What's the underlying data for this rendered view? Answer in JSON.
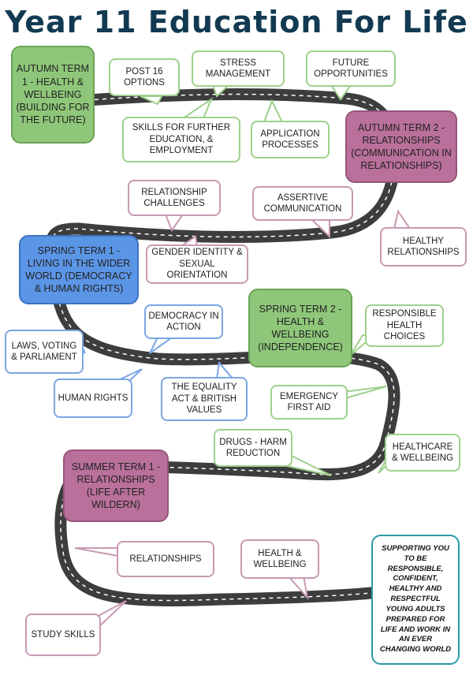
{
  "title": "Year 11 Education For Life",
  "terms": [
    {
      "id": "autumn1",
      "label": "AUTUMN TERM 1 - HEALTH & WELLBEING (BUILDING FOR THE FUTURE)",
      "color": "#8fc77a"
    },
    {
      "id": "autumn2",
      "label": "AUTUMN TERM 2 - RELATIONSHIPS (COMMUNICATION IN RELATIONSHIPS)",
      "color": "#b9709a"
    },
    {
      "id": "spring1",
      "label": "SPRING TERM 1 - LIVING IN THE WIDER WORLD (DEMOCRACY & HUMAN RIGHTS)",
      "color": "#5b95e6"
    },
    {
      "id": "spring2",
      "label": "SPRING TERM 2 - HEALTH & WELLBEING (INDEPENDENCE)",
      "color": "#8fc77a"
    },
    {
      "id": "summer1",
      "label": "SUMMER TERM 1 - RELATIONSHIPS (LIFE AFTER WILDERN)",
      "color": "#b9709a"
    }
  ],
  "topics": {
    "post16": "POST 16 OPTIONS",
    "stress": "STRESS MANAGEMENT",
    "future": "FUTURE OPPORTUNITIES",
    "skills": "SKILLS FOR FURTHER EDUCATION, & EMPLOYMENT",
    "application": "APPLICATION PROCESSES",
    "rel_challenges": "RELATIONSHIP CHALLENGES",
    "assertive": "ASSERTIVE COMMUNICATION",
    "healthy_rel": "HEALTHY RELATIONSHIPS",
    "gender": "GENDER IDENTITY & SEXUAL ORIENTATION",
    "democracy": "DEMOCRACY IN ACTION",
    "laws": "LAWS, VOTING & PARLIAMENT",
    "human_rights": "HUMAN RIGHTS",
    "equality": "THE EQUALITY ACT & BRITISH VALUES",
    "responsible_health": "RESPONSIBLE HEALTH CHOICES",
    "first_aid": "EMERGENCY FIRST AID",
    "drugs": "DRUGS - HARM REDUCTION",
    "healthcare": "HEALTHCARE & WELLBEING",
    "relationships": "RELATIONSHIPS",
    "health_wellbeing": "HEALTH & WELLBEING",
    "study": "STUDY SKILLS"
  },
  "motto": "SUPPORTING YOU TO BE RESPONSIBLE, CONFIDENT, HEALTHY AND RESPECTFUL YOUNG ADULTS PREPARED FOR LIFE AND WORK IN AN EVER CHANGING WORLD",
  "colors": {
    "road": "#3d3d3d",
    "road_line": "#ffffff",
    "green": "#8fc77a",
    "purple": "#b9709a",
    "blue": "#5b95e6",
    "motto_border": "#2a9aa8",
    "title": "#123a52"
  }
}
